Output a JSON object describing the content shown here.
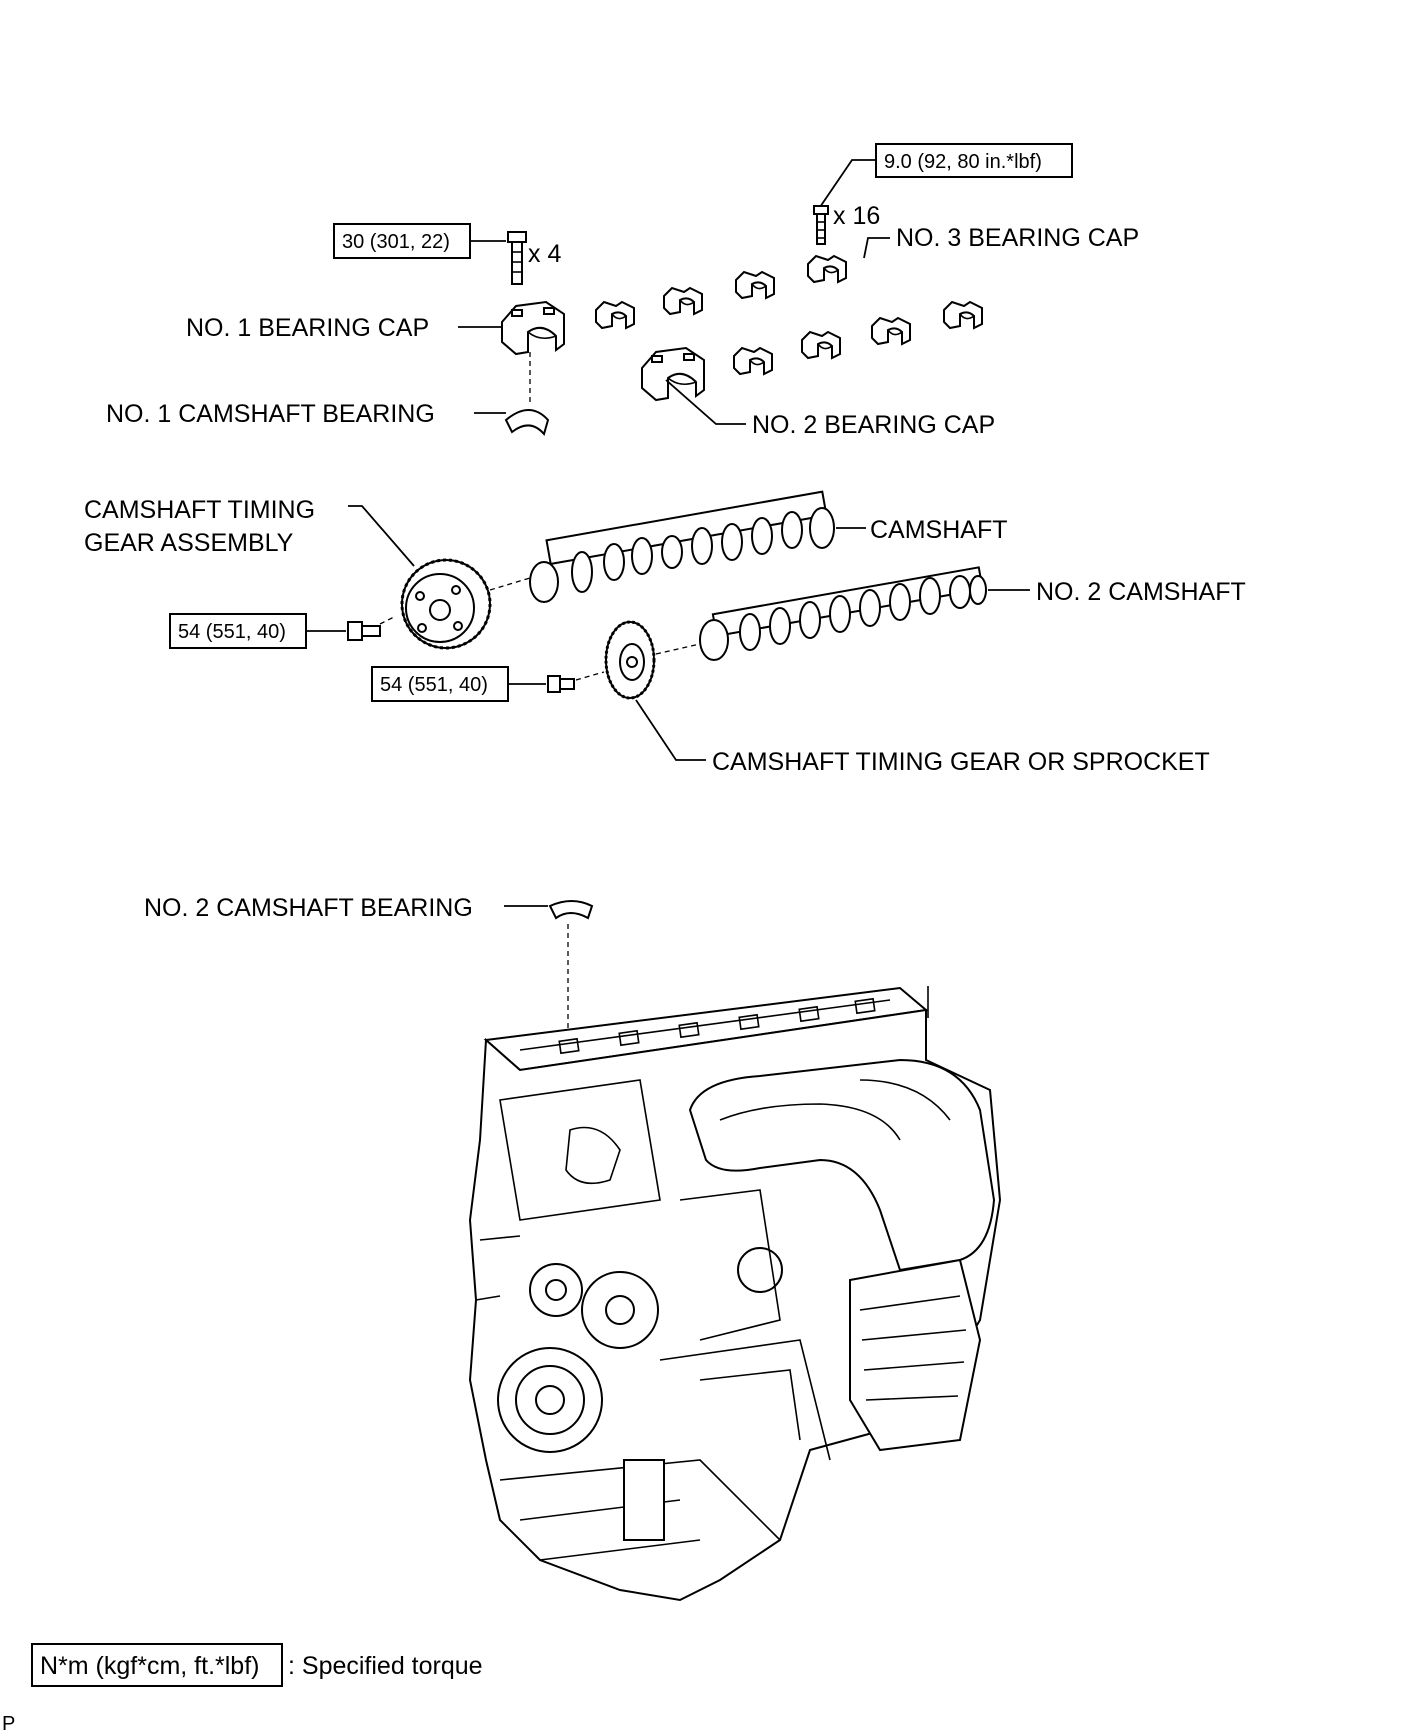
{
  "labels": {
    "no1_bearing_cap": "NO. 1 BEARING CAP",
    "no1_camshaft_bearing": "NO. 1 CAMSHAFT BEARING",
    "no2_bearing_cap": "NO. 2 BEARING CAP",
    "no3_bearing_cap": "NO. 3 BEARING CAP",
    "timing_gear_line1": "CAMSHAFT TIMING",
    "timing_gear_line2": "GEAR ASSEMBLY",
    "camshaft": "CAMSHAFT",
    "no2_camshaft": "NO. 2 CAMSHAFT",
    "sprocket": "CAMSHAFT TIMING GEAR OR SPROCKET",
    "no2_camshaft_bearing": "NO. 2 CAMSHAFT BEARING"
  },
  "torques": {
    "bearing_cap_bolt_small": "9.0 (92, 80 in.*lbf)",
    "bearing_cap_bolt_no1": "30 (301, 22)",
    "timing_gear_bolt": "54 (551, 40)",
    "sprocket_bolt": "54 (551, 40)"
  },
  "quantities": {
    "small_bolts": "x 16",
    "no1_bolts": "x 4"
  },
  "legend": {
    "box_text": "N*m (kgf*cm, ft.*lbf)",
    "description": ": Specified torque"
  },
  "corner_mark": "P"
}
